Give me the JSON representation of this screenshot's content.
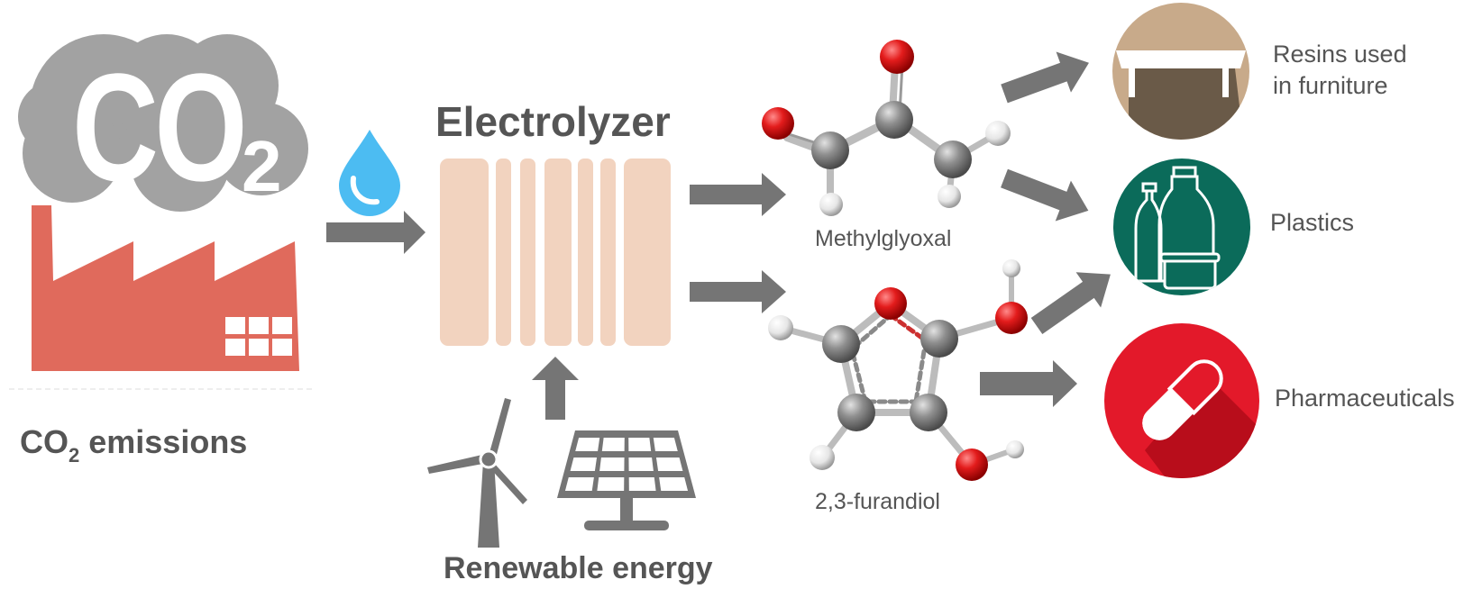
{
  "co2_cloud": {
    "main": "CO",
    "sub": "2"
  },
  "co2_emissions": {
    "main": "CO",
    "sub": "2",
    "rest": " emissions"
  },
  "electrolyzer": {
    "title": "Electrolyzer"
  },
  "renewable": {
    "label": "Renewable energy"
  },
  "products": {
    "methylglyoxal": "Methylglyoxal",
    "furandiol": "2,3-furandiol"
  },
  "applications": {
    "resins_line1": "Resins used",
    "resins_line2": "in furniture",
    "plastics": "Plastics",
    "pharma": "Pharmaceuticals"
  },
  "colors": {
    "arrow": "#757575",
    "cloud": "#a2a2a2",
    "factory": "#e06a5c",
    "water": "#4cbcf2",
    "electrolyzer": "#f2d3bf",
    "oxygen": "#e31c1c",
    "carbon": "#8c8c8c",
    "hydrogen": "#ededed",
    "resins_bg": "#c8aa8a",
    "plastics_bg": "#0b6b5a",
    "pharma_bg": "#e3192a"
  }
}
